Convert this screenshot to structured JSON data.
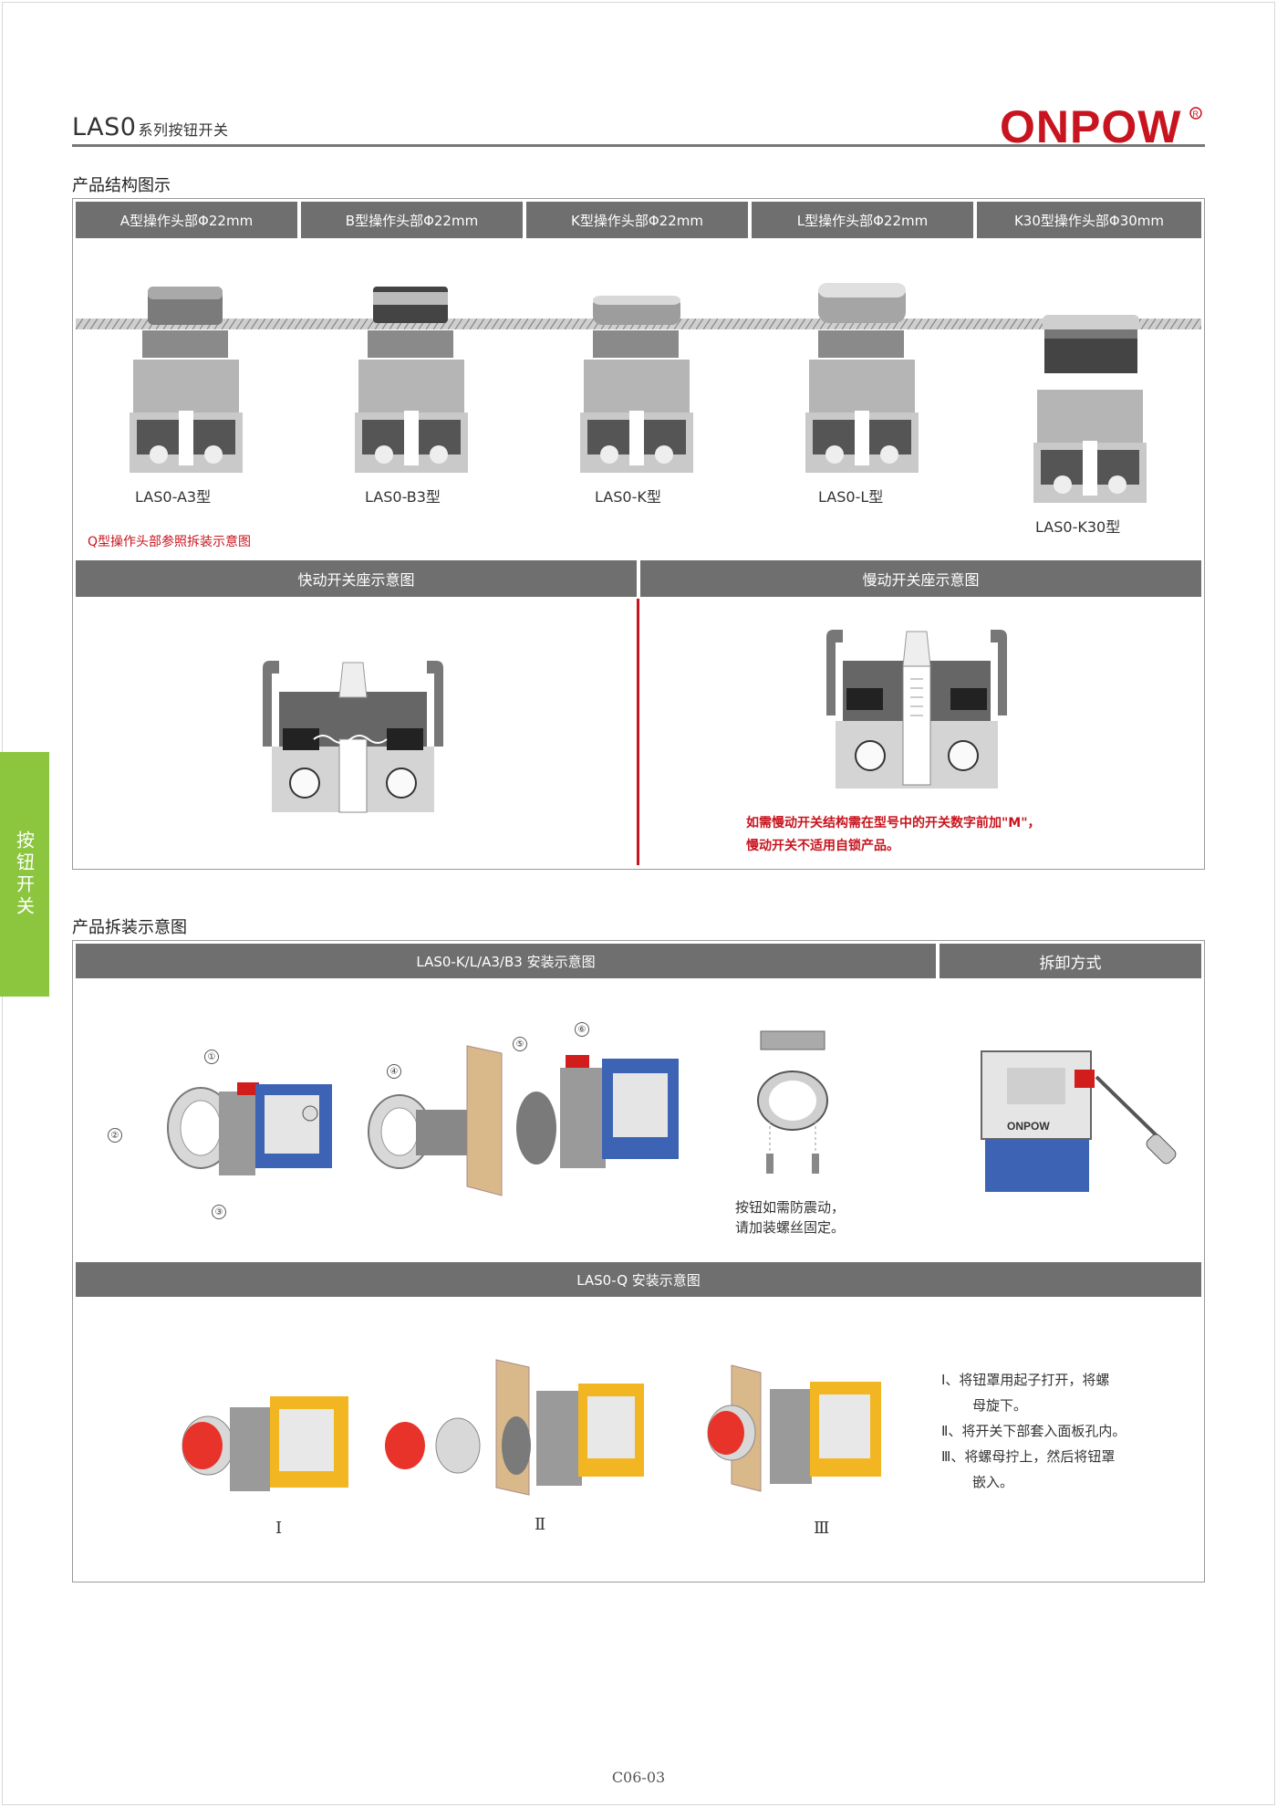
{
  "header": {
    "series_name": "LAS0",
    "series_suffix": "系列按钮开关",
    "brand": "ONPOW"
  },
  "side_tab": "按钮开关",
  "structure": {
    "heading": "产品结构图示",
    "columns": [
      {
        "header": "A型操作头部Φ22mm",
        "caption": "LAS0-A3型"
      },
      {
        "header": "B型操作头部Φ22mm",
        "caption": "LAS0-B3型"
      },
      {
        "header": "K型操作头部Φ22mm",
        "caption": "LAS0-K型"
      },
      {
        "header": "L型操作头部Φ22mm",
        "caption": "LAS0-L型"
      },
      {
        "header": "K30型操作头部Φ30mm",
        "caption": "LAS0-K30型"
      }
    ],
    "q_note": "Q型操作头部参照拆装示意图",
    "quick_header": "快动开关座示意图",
    "slow_header": "慢动开关座示意图",
    "slow_note_1": "如需慢动开关结构需在型号中的开关数字前加\"M\"，",
    "slow_note_2": "慢动开关不适用自锁产品。"
  },
  "assembly": {
    "heading": "产品拆装示意图",
    "install_header": "LAS0-K/L/A3/B3 安装示意图",
    "removal_header": "拆卸方式",
    "steps": [
      "①",
      "②",
      "③",
      "④",
      "⑤",
      "⑥"
    ],
    "screw_note_1": "按钮如需防震动，",
    "screw_note_2": "请加装螺丝固定。",
    "q_header": "LAS0-Q 安装示意图",
    "q_labels": [
      "Ⅰ",
      "Ⅱ",
      "Ⅲ"
    ],
    "q_instructions": [
      "Ⅰ、将钮罩用起子打开，将螺",
      "母旋下。",
      "Ⅱ、将开关下部套入面板孔内。",
      "Ⅲ、将螺母拧上，然后将钮罩",
      "嵌入。"
    ]
  },
  "page_number": "C06-03",
  "colors": {
    "accent_red": "#c8141e",
    "header_bar": "#6f6f6f",
    "side_green": "#8cc63f",
    "switch_blue": "#3d63b4",
    "switch_yellow": "#f2b623"
  }
}
